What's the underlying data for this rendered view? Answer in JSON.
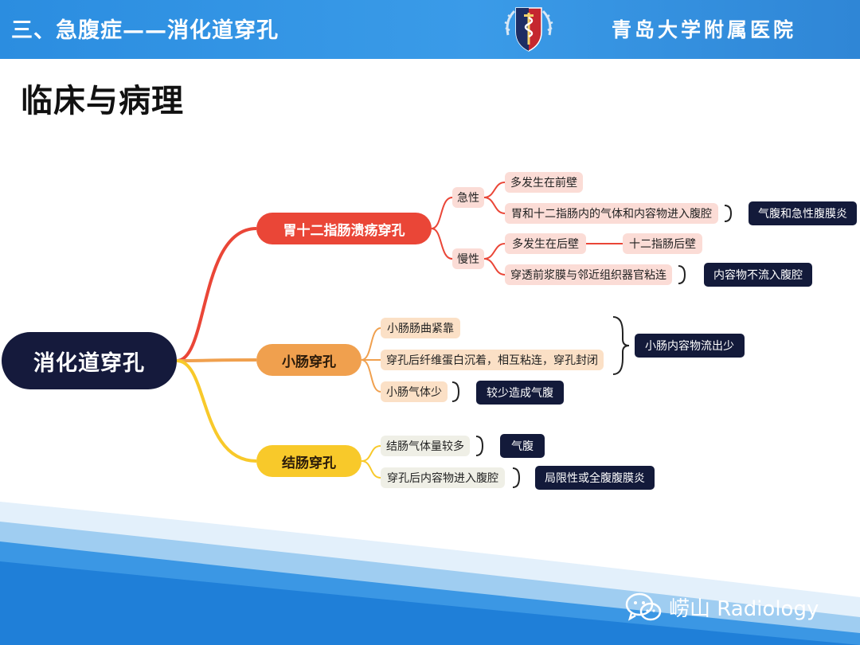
{
  "header": {
    "title": "三、急腹症——消化道穿孔",
    "hospital": "青岛大学附属医院"
  },
  "section": {
    "title": "临床与病理"
  },
  "mindmap": {
    "root": "消化道穿孔",
    "branches": [
      {
        "label": "胃十二指肠溃疡穿孔",
        "color": "#ea4637",
        "groups": [
          {
            "label": "急性",
            "items": [
              {
                "label": "多发生在前壁"
              },
              {
                "label": "胃和十二指肠内的气体和内容物进入腹腔",
                "result": "气腹和急性腹膜炎"
              }
            ]
          },
          {
            "label": "慢性",
            "items": [
              {
                "label": "多发生在后壁",
                "detail": "十二指肠后壁"
              },
              {
                "label": "穿透前浆膜与邻近组织器官粘连",
                "result": "内容物不流入腹腔"
              }
            ]
          }
        ]
      },
      {
        "label": "小肠穿孔",
        "color": "#f0a04e",
        "items": [
          {
            "label": "小肠肠曲紧靠"
          },
          {
            "label": "穿孔后纤维蛋白沉着，相互粘连，穿孔封闭"
          },
          {
            "label": "小肠气体少",
            "result": "较少造成气腹"
          }
        ],
        "group_result": "小肠内容物流出少"
      },
      {
        "label": "结肠穿孔",
        "color": "#f8c92a",
        "items": [
          {
            "label": "结肠气体量较多",
            "result": "气腹"
          },
          {
            "label": "穿孔后内容物进入腹腔",
            "result": "局限性或全腹腹膜炎"
          }
        ]
      }
    ]
  },
  "watermark": {
    "text": "崂山 Radiology"
  },
  "colors": {
    "header": "#2b8de0",
    "root": "#151a3c",
    "result": "#131a3a",
    "red": "#ea4637",
    "orange": "#f0a04e",
    "yellow": "#f8c92a"
  }
}
